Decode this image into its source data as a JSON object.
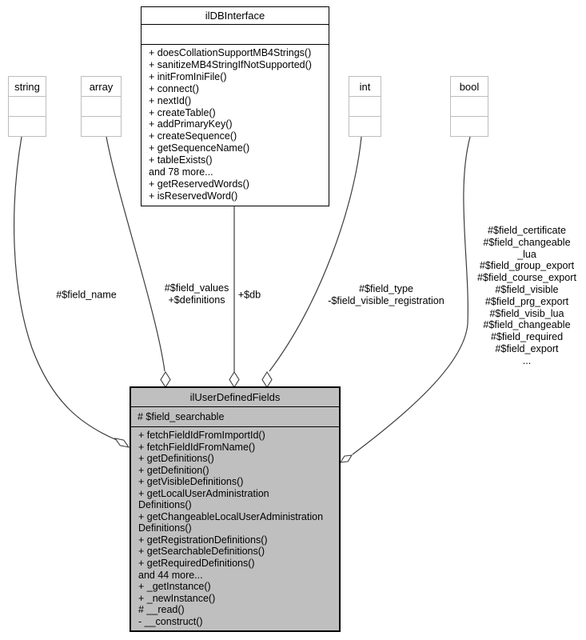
{
  "classes": {
    "string": {
      "title": "string"
    },
    "array": {
      "title": "array"
    },
    "int": {
      "title": "int"
    },
    "bool": {
      "title": "bool"
    },
    "ildb": {
      "title": "ilDBInterface",
      "methods": [
        "+ doesCollationSupportMB4Strings()",
        "+ sanitizeMB4StringIfNotSupported()",
        "+ initFromIniFile()",
        "+ connect()",
        "+ nextId()",
        "+ createTable()",
        "+ addPrimaryKey()",
        "+ createSequence()",
        "+ getSequenceName()",
        "+ tableExists()",
        "and 78 more...",
        "+ getReservedWords()",
        "+ isReservedWord()"
      ]
    },
    "udf": {
      "title": "ilUserDefinedFields",
      "attributes": [
        "# $field_searchable"
      ],
      "methods": [
        "+ fetchFieldIdFromImportId()",
        "+ fetchFieldIdFromName()",
        "+ getDefinitions()",
        "+ getDefinition()",
        "+ getVisibleDefinitions()",
        "+ getLocalUserAdministration",
        "Definitions()",
        "+ getChangeableLocalUserAdministration",
        "Definitions()",
        "+ getRegistrationDefinitions()",
        "+ getSearchableDefinitions()",
        "+ getRequiredDefinitions()",
        "and 44 more...",
        "+ _getInstance()",
        "+ _newInstance()",
        "# __read()",
        "- __construct()"
      ]
    }
  },
  "edge_labels": {
    "field_name": [
      "#$field_name"
    ],
    "field_values": [
      "#$field_values",
      "+$definitions"
    ],
    "db": [
      "+$db"
    ],
    "field_type": [
      "#$field_type",
      "-$field_visible_registration"
    ],
    "bool_fields": [
      "#$field_certificate",
      "#$field_changeable",
      "_lua",
      "#$field_group_export",
      "#$field_course_export",
      "#$field_visible",
      "#$field_prg_export",
      "#$field_visib_lua",
      "#$field_changeable",
      "#$field_required",
      "#$field_export",
      "..."
    ]
  },
  "colors": {
    "edge": "#3c3c3c",
    "node_border": "#000000",
    "type_node_border": "#bdbdbd",
    "highlight_fill": "#bfbfbf"
  }
}
